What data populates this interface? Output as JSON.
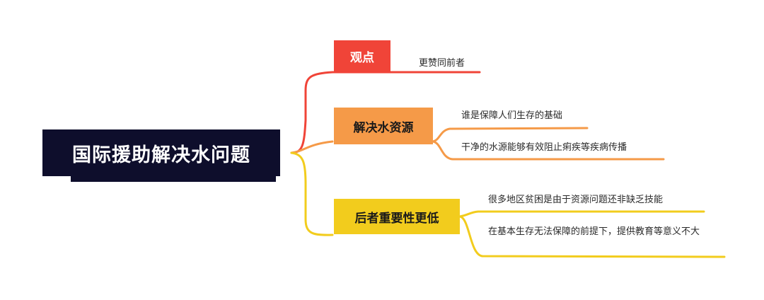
{
  "root": {
    "label": "国际援助解决水问题"
  },
  "branches": [
    {
      "label": "观点",
      "color": "#f04438",
      "children": [
        "更赞同前者"
      ]
    },
    {
      "label": "解决水资源",
      "color": "#f59a48",
      "children": [
        "谁是保障人们生存的基础",
        "干净的水源能够有效阻止痢疾等疾病传播"
      ]
    },
    {
      "label": "后者重要性更低",
      "color": "#f2cc1d",
      "children": [
        "很多地区贫困是由于资源问题还非缺乏技能",
        "在基本生存无法保障的前提下，提供教育等意义不大"
      ]
    }
  ]
}
